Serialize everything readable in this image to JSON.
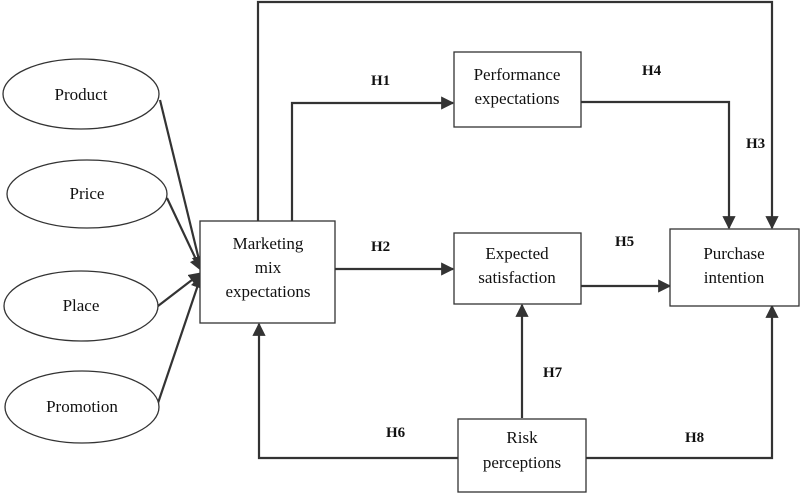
{
  "nodes": {
    "product": "Product",
    "price": "Price",
    "place": "Place",
    "promotion": "Promotion",
    "marketing_mix": [
      "Marketing",
      "mix",
      "expectations"
    ],
    "performance": [
      "Performance",
      "expectations"
    ],
    "satisfaction": [
      "Expected",
      "satisfaction"
    ],
    "purchase": [
      "Purchase",
      "intention"
    ],
    "risk": [
      "Risk",
      "perceptions"
    ]
  },
  "hypotheses": {
    "h1": "H1",
    "h2": "H2",
    "h3": "H3",
    "h4": "H4",
    "h5": "H5",
    "h6": "H6",
    "h7": "H7",
    "h8": "H8"
  },
  "colors": {
    "stroke": "#333333",
    "text": "#111111",
    "background": "#ffffff"
  }
}
